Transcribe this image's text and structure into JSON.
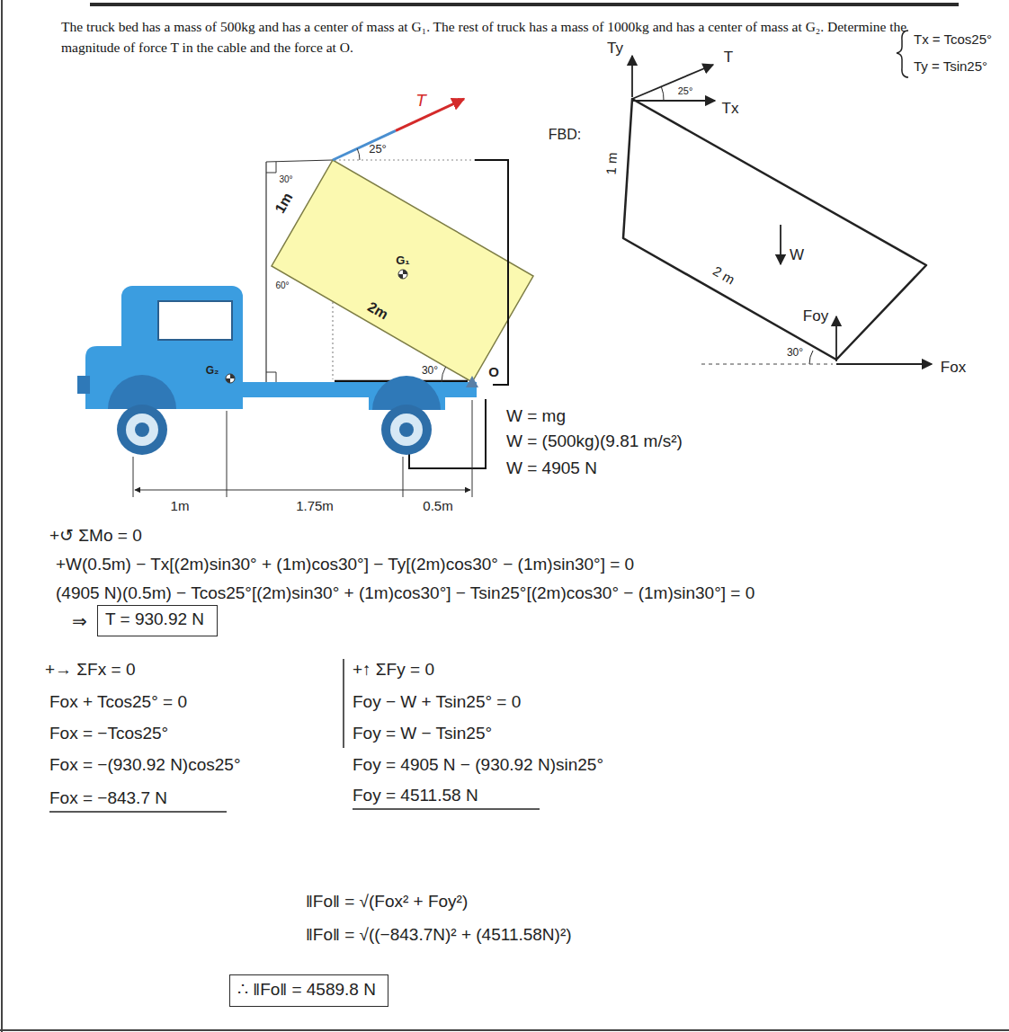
{
  "diagram": {
    "title": "The truck bed has a mass of 500kg and has a center of mass at G₁. The rest of truck has a mass of 1000kg and has a center of mass at G₂. Determine the magnitude of force T in the cable and the force at O.",
    "nodes": [
      {
        "text": [
          "T = 930.92 N"
        ]
      },
      {
        "text": [
          "∴ ‖Fo‖ = 4589.8 N"
        ]
      }
    ],
    "labels": [
      "T",
      "25°",
      "1m",
      "30°",
      "60°",
      "G₁",
      "2m",
      "30°",
      "O",
      "G₂",
      "1m",
      "1.75m",
      "0.5m",
      "FBD:",
      "Ty",
      "T",
      "25°",
      "Tx",
      "1 m",
      "W",
      "2 m",
      "Foy",
      "30°",
      "Fox",
      "Tx = Tcos25°",
      "Ty = Tsin25°",
      "W = mg",
      "W = (500kg)(9.81 m/s²)",
      "W = 4905 N",
      "+↺ ΣMo = 0",
      "+W(0.5m) − Tx[(2m)sin30° + (1m)cos30°] − Ty[(2m)cos30° − (1m)sin30°] = 0",
      "(4905 N)(0.5m) − Tcos25°[(2m)sin30° + (1m)cos30°] − Tsin25°[(2m)cos30° − (1m)sin30°] = 0",
      "⇒",
      "+→ ΣFx = 0",
      "Fox + Tcos25° = 0",
      "Fox = −Tcos25°",
      "Fox = −(930.92 N)cos25°",
      "Fox = −843.7 N",
      "+↑ ΣFy = 0",
      "Foy − W + Tsin25° = 0",
      "Foy = W − Tsin25°",
      "Foy = 4905 N − (930.92 N)sin25°",
      "Foy = 4511.58 N",
      "‖Fo‖ = √(Fox² + Foy²)",
      "‖Fo‖ = √((−843.7N)² + (4511.58N)²)"
    ]
  }
}
